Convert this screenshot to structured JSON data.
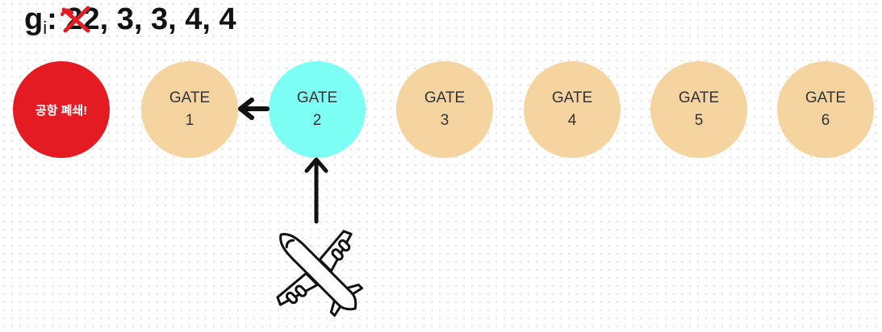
{
  "header": {
    "g_label": "g",
    "g_subscript": "i",
    "colon": ":",
    "struck_value": "2",
    "remaining_values": "2, 3, 3, 4, 4"
  },
  "closed_node": {
    "label": "공항 폐쇄!",
    "color": "#e41b22"
  },
  "gates": [
    {
      "label": "GATE",
      "number": "1",
      "state": "idle"
    },
    {
      "label": "GATE",
      "number": "2",
      "state": "active"
    },
    {
      "label": "GATE",
      "number": "3",
      "state": "idle"
    },
    {
      "label": "GATE",
      "number": "4",
      "state": "idle"
    },
    {
      "label": "GATE",
      "number": "5",
      "state": "idle"
    },
    {
      "label": "GATE",
      "number": "6",
      "state": "idle"
    }
  ],
  "colors": {
    "gate_idle": "#f6d4a0",
    "gate_active": "#7dfff5",
    "strike": "#e41b22",
    "arrow": "#111111"
  },
  "icons": [
    "airplane-icon",
    "arrow-up-icon",
    "arrow-left-icon",
    "strike-mark-icon"
  ]
}
